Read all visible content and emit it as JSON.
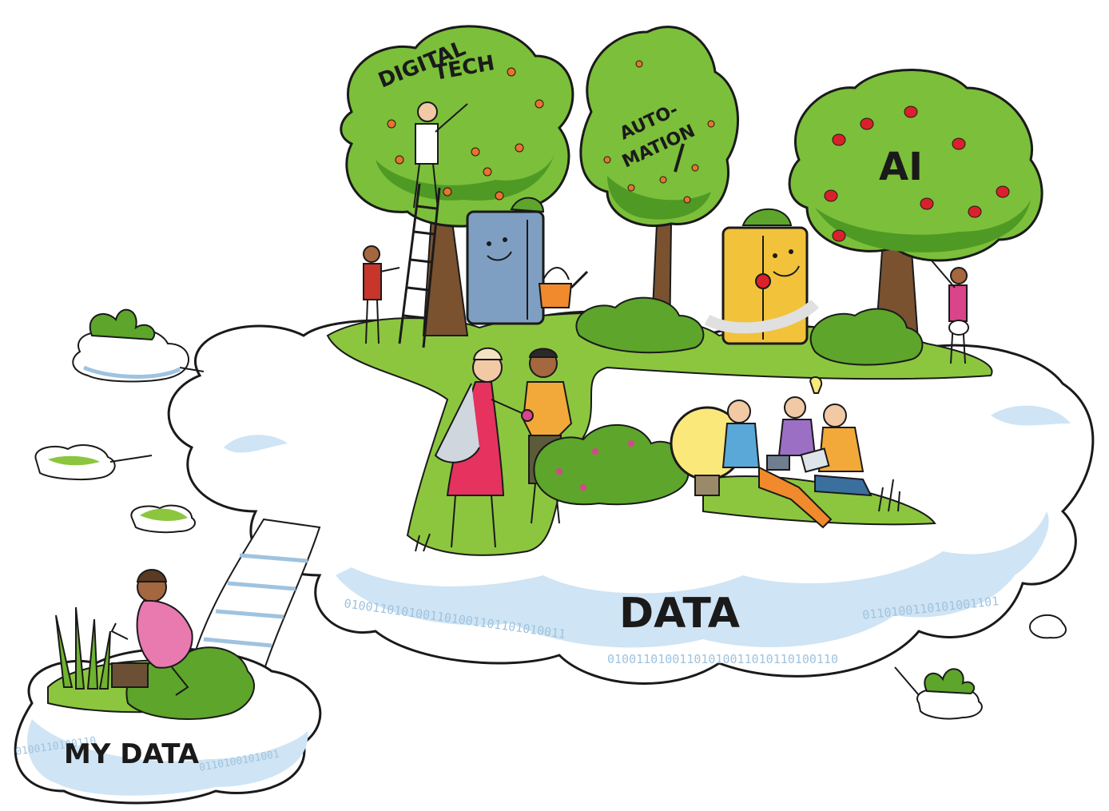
{
  "labels": {
    "digital_line1": "DIGITAL",
    "digital_line2": "TECH",
    "automation_line1": "AUTO-",
    "automation_line2": "MATION",
    "ai": "AI",
    "data": "DATA",
    "my_data": "MY DATA"
  },
  "colors": {
    "outline": "#1a1a1a",
    "cloud_fill": "#ffffff",
    "cloud_shade": "#cfe4f4",
    "grass": "#8cc63f",
    "tree_leaf": "#7cbf3a",
    "tree_leaf_dark": "#4f9a24",
    "trunk": "#7a5230",
    "apple_red": "#d9212b",
    "apple_orange": "#e8742a",
    "fridge_blue": "#7f9fc2",
    "robot_yellow": "#f2c23a",
    "dress_pink": "#e5325f",
    "bulb_yellow": "#fbe87a"
  }
}
